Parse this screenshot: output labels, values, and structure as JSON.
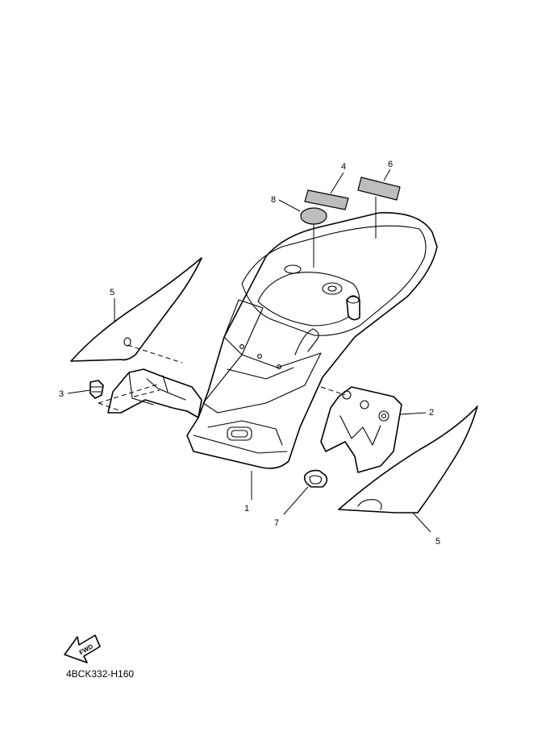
{
  "callouts": {
    "c1": "1",
    "c2": "2",
    "c3": "3",
    "c4": "4",
    "c5a": "5",
    "c5b": "5",
    "c6": "6",
    "c7": "7",
    "c8": "8"
  },
  "fwd": {
    "label": "FWD",
    "icon": "forward-arrow-icon"
  },
  "diagram_code": "4BCK332-H160"
}
